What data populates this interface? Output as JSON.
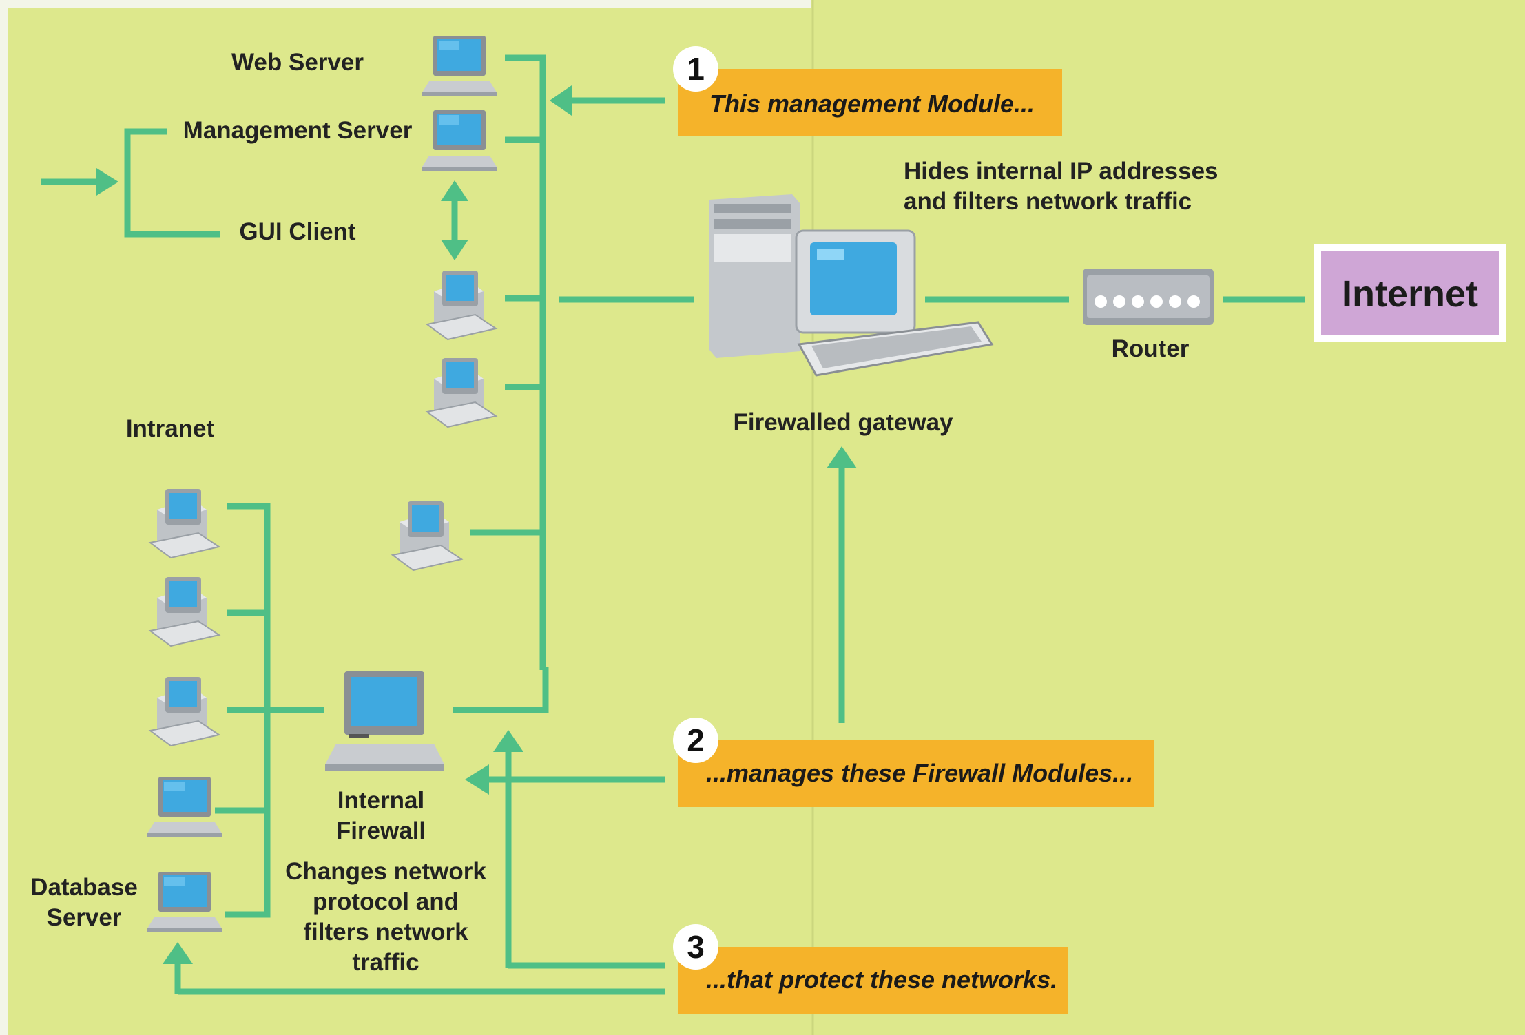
{
  "labels": {
    "web_server": "Web Server",
    "management_server": "Management Server",
    "gui_client": "GUI Client",
    "intranet": "Intranet",
    "database_server_1": "Database",
    "database_server_2": "Server",
    "internal_firewall_1": "Internal",
    "internal_firewall_2": "Firewall",
    "changes_1": "Changes network",
    "changes_2": "protocol and",
    "changes_3": "filters network",
    "changes_4": "traffic",
    "hides_1": "Hides internal IP addresses",
    "hides_2": "and filters network traffic",
    "firewalled_gateway": "Firewalled gateway",
    "router": "Router",
    "internet": "Internet"
  },
  "callouts": [
    {
      "number": "1",
      "text": "This management Module..."
    },
    {
      "number": "2",
      "text": "...manages these Firewall Modules..."
    },
    {
      "number": "3",
      "text": "...that protect these networks."
    }
  ],
  "colors": {
    "background": "#dde88c",
    "connector": "#4fbf86",
    "callout": "#f5b32a",
    "internet_box": "#cfa6d6",
    "screen": "#3fa9e0"
  },
  "icons": [
    "laptop-icon",
    "desktop-icon",
    "workstation-icon",
    "router-icon"
  ]
}
